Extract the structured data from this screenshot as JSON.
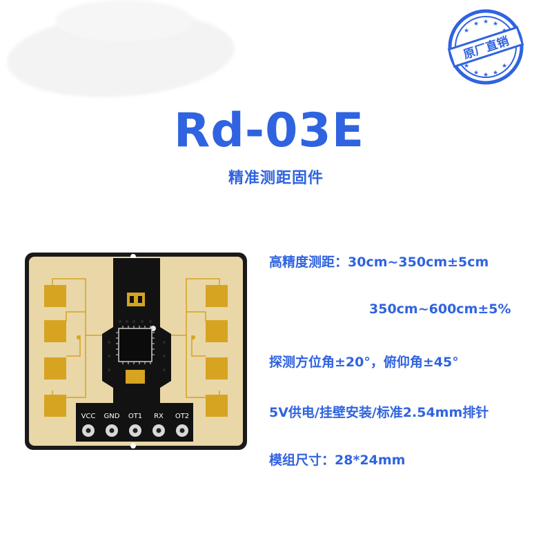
{
  "product": {
    "model": "Rd-03E",
    "subtitle": "精准测距固件"
  },
  "seal": {
    "text": "原厂直销",
    "color": "#2f63e0"
  },
  "module": {
    "pins": [
      "VCC",
      "GND",
      "OT1",
      "RX",
      "OT2"
    ],
    "colors": {
      "substrate": "#e9d7a8",
      "pad": "#d6a421",
      "core": "#121212"
    }
  },
  "specs": [
    "高精度测距：30cm~350cm±5cm",
    "350cm~600cm±5%",
    "探测方位角±20°，俯仰角±45°",
    "5V供电/挂壁安装/标准2.54mm排针",
    "模组尺寸：28*24mm"
  ],
  "colors": {
    "accent": "#2f63e0"
  }
}
